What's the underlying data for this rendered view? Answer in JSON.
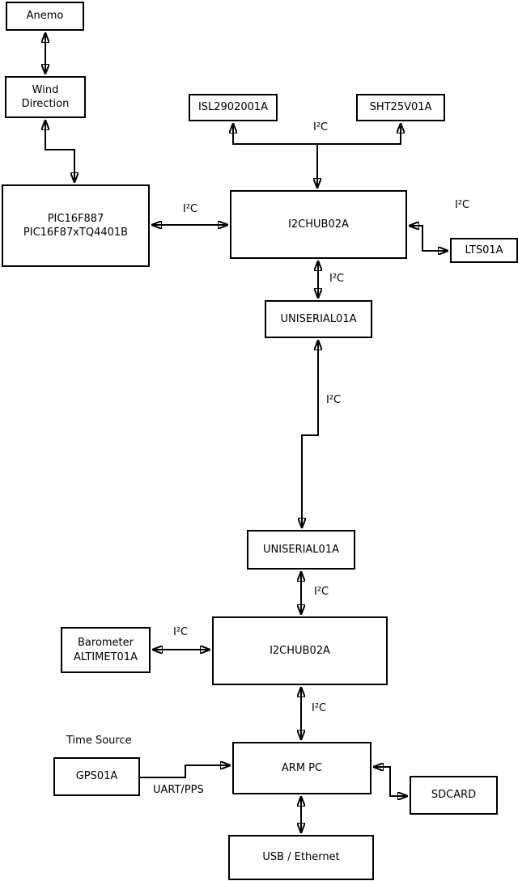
{
  "nodes": {
    "anemo": {
      "lines": [
        "Anemo"
      ]
    },
    "wind_direction": {
      "lines": [
        "Wind",
        "Direction"
      ]
    },
    "pic": {
      "lines": [
        "PIC16F887",
        "PIC16F87xTQ4401B"
      ]
    },
    "isl": {
      "lines": [
        "ISL2902001A"
      ]
    },
    "sht": {
      "lines": [
        "SHT25V01A"
      ]
    },
    "i2c_hub_top": {
      "lines": [
        "I2CHUB02A"
      ]
    },
    "lts": {
      "lines": [
        "LTS01A"
      ]
    },
    "uniserial_top": {
      "lines": [
        "UNISERIAL01A"
      ]
    },
    "uniserial_bottom": {
      "lines": [
        "UNISERIAL01A"
      ]
    },
    "i2c_hub_bottom": {
      "lines": [
        "I2CHUB02A"
      ]
    },
    "barometer": {
      "lines": [
        "Barometer",
        "ALTIMET01A"
      ]
    },
    "arm_pc": {
      "lines": [
        "ARM PC"
      ]
    },
    "gps": {
      "lines": [
        "GPS01A"
      ]
    },
    "sdcard": {
      "lines": [
        "SDCARD"
      ]
    },
    "usb_ethernet": {
      "lines": [
        "USB / Ethernet"
      ]
    }
  },
  "labels": {
    "i2c": "I²C",
    "uart_pps": "UART/PPS",
    "time_source": "Time Source"
  },
  "colors": {
    "line": "#000000",
    "background": "#ffffff",
    "text": "#000000"
  }
}
